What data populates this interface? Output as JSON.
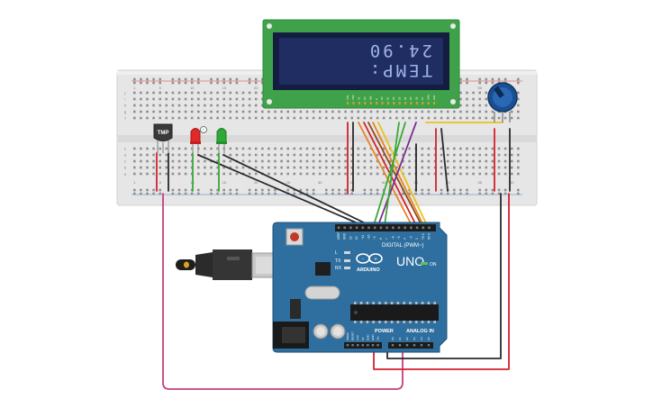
{
  "lcd": {
    "line1": "24.90",
    "line2": "TEMP:",
    "pins": [
      "VSS",
      "VDD",
      "V0",
      "RS",
      "RW",
      "E",
      "D0",
      "D1",
      "D2",
      "D3",
      "D4",
      "D5",
      "D6",
      "D7",
      "LED+",
      "LED-"
    ]
  },
  "breadboard": {
    "col_numbers": [
      "1",
      "5",
      "10",
      "15",
      "20",
      "25",
      "30",
      "35",
      "40",
      "45",
      "50",
      "55",
      "60"
    ],
    "row_letters_top": [
      "j",
      "i",
      "h",
      "g",
      "f"
    ],
    "row_letters_bottom": [
      "e",
      "d",
      "c",
      "b",
      "a"
    ]
  },
  "sensor": {
    "label": "TMP"
  },
  "arduino": {
    "model": "UNO",
    "brand": "ARDUINO",
    "digital_label": "DIGITAL (PWM~)",
    "power_label": "POWER",
    "analog_label": "ANALOG IN",
    "on_label": "ON",
    "tx_label": "TX",
    "rx_label": "RX",
    "l_label": "L",
    "digital_pins": [
      "AREF",
      "GND",
      "13",
      "12",
      "~11",
      "~10",
      "~9",
      "8",
      "7",
      "~6",
      "~5",
      "4",
      "~3",
      "2",
      "TX 1",
      "RX 0"
    ],
    "power_pins": [
      "IOREF",
      "RESET",
      "3.3V",
      "5V",
      "GND",
      "GND",
      "Vin"
    ],
    "analog_pins": [
      "A0",
      "A1",
      "A2",
      "A3",
      "A4",
      "A5"
    ]
  },
  "colors": {
    "breadboard": "#e6e6e6",
    "lcd_bezel": "#3fa24a",
    "lcd_screen": "#1f2d63",
    "lcd_text": "#9fb3e8",
    "arduino": "#2f6f9f",
    "wire_red": "#d3212c",
    "wire_black": "#2a2a2a",
    "wire_green": "#3aa835",
    "wire_purple": "#7a2a8c",
    "wire_orange": "#e8821e",
    "wire_yellow": "#e9c21e",
    "wire_brown": "#8a4a1e",
    "wire_pink": "#c2407f"
  }
}
